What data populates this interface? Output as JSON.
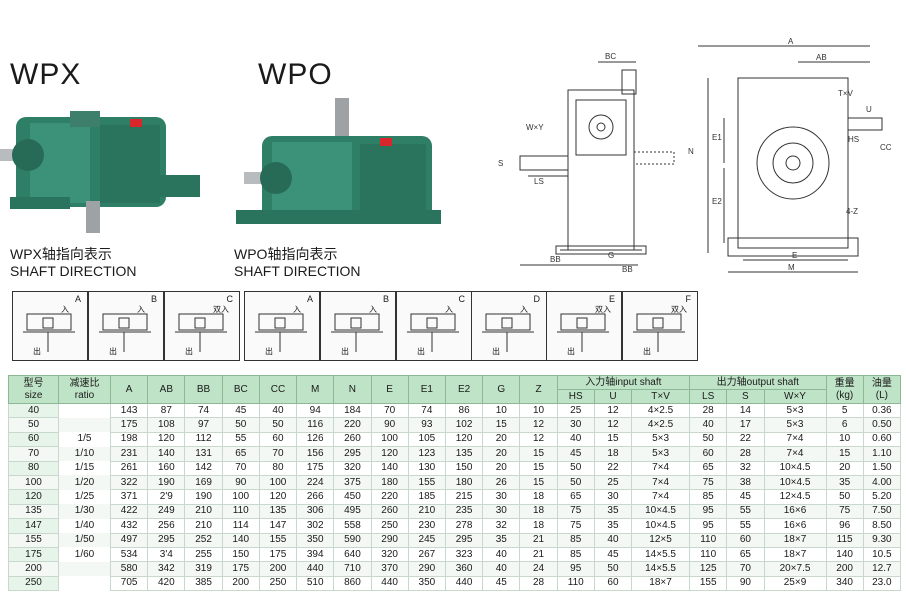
{
  "models": {
    "wpx": {
      "title": "WPX",
      "caption_cn": "WPX轴指向表示",
      "caption_en": "SHAFT DIRECTION"
    },
    "wpo": {
      "title": "WPO",
      "caption_cn": "WPO轴指向表示",
      "caption_en": "SHAFT DIRECTION"
    }
  },
  "drawing_labels": {
    "bc": "BC",
    "wxy": "W×Y",
    "s": "S",
    "ls": "LS",
    "bb_left": "BB",
    "g": "G",
    "bb_right": "BB",
    "a": "A",
    "ab": "AB",
    "txv": "T×V",
    "u": "U",
    "hs": "HS",
    "cc": "CC",
    "n": "N",
    "e1": "E1",
    "e2": "E2",
    "four_z": "4-Z",
    "e": "E",
    "m": "M"
  },
  "directions": [
    {
      "tag": "A",
      "in": "入",
      "out": "出"
    },
    {
      "tag": "B",
      "in": "入",
      "out": "出"
    },
    {
      "tag": "C",
      "in": "双入",
      "out": "出"
    },
    {
      "tag": "A",
      "in": "入",
      "out": "出"
    },
    {
      "tag": "B",
      "in": "入",
      "out": "出"
    },
    {
      "tag": "C",
      "in": "入",
      "out": "出"
    },
    {
      "tag": "D",
      "in": "入",
      "out": "出"
    },
    {
      "tag": "E",
      "in": "双入",
      "out": "出"
    },
    {
      "tag": "F",
      "in": "双入",
      "out": "出"
    }
  ],
  "table": {
    "h_size": "型号\nsize",
    "h_ratio": "减速比\nratio",
    "h_dims": [
      "A",
      "AB",
      "BB",
      "BC",
      "CC",
      "M",
      "N",
      "E",
      "E1",
      "E2",
      "G",
      "Z"
    ],
    "h_input": "入力轴input shaft",
    "h_output": "出力轴output shaft",
    "h_weight": "重量\n(kg)",
    "h_oil": "油量\n(L)",
    "h_input_sub": [
      "HS",
      "U",
      "T×V"
    ],
    "h_output_sub": [
      "LS",
      "S",
      "W×Y"
    ],
    "ratios": [
      "1/5",
      "1/10",
      "1/15",
      "1/20",
      "1/25",
      "1/30",
      "1/40",
      "1/50",
      "1/60"
    ],
    "rows": [
      [
        "40",
        "143",
        "87",
        "74",
        "45",
        "40",
        "94",
        "184",
        "70",
        "74",
        "86",
        "10",
        "10",
        "25",
        "12",
        "4×2.5",
        "28",
        "14",
        "5×3",
        "5",
        "0.36"
      ],
      [
        "50",
        "175",
        "108",
        "97",
        "50",
        "50",
        "116",
        "220",
        "90",
        "93",
        "102",
        "15",
        "12",
        "30",
        "12",
        "4×2.5",
        "40",
        "17",
        "5×3",
        "6",
        "0.50"
      ],
      [
        "60",
        "198",
        "120",
        "112",
        "55",
        "60",
        "126",
        "260",
        "100",
        "105",
        "120",
        "20",
        "12",
        "40",
        "15",
        "5×3",
        "50",
        "22",
        "7×4",
        "10",
        "0.60"
      ],
      [
        "70",
        "231",
        "140",
        "131",
        "65",
        "70",
        "156",
        "295",
        "120",
        "123",
        "135",
        "20",
        "15",
        "45",
        "18",
        "5×3",
        "60",
        "28",
        "7×4",
        "15",
        "1.10"
      ],
      [
        "80",
        "261",
        "160",
        "142",
        "70",
        "80",
        "175",
        "320",
        "140",
        "130",
        "150",
        "20",
        "15",
        "50",
        "22",
        "7×4",
        "65",
        "32",
        "10×4.5",
        "20",
        "1.50"
      ],
      [
        "100",
        "322",
        "190",
        "169",
        "90",
        "100",
        "224",
        "375",
        "180",
        "155",
        "180",
        "26",
        "15",
        "50",
        "25",
        "7×4",
        "75",
        "38",
        "10×4.5",
        "35",
        "4.00"
      ],
      [
        "120",
        "371",
        "2'9",
        "190",
        "100",
        "120",
        "266",
        "450",
        "220",
        "185",
        "215",
        "30",
        "18",
        "65",
        "30",
        "7×4",
        "85",
        "45",
        "12×4.5",
        "50",
        "5.20"
      ],
      [
        "135",
        "422",
        "249",
        "210",
        "110",
        "135",
        "306",
        "495",
        "260",
        "210",
        "235",
        "30",
        "18",
        "75",
        "35",
        "10×4.5",
        "95",
        "55",
        "16×6",
        "75",
        "7.50"
      ],
      [
        "147",
        "432",
        "256",
        "210",
        "114",
        "147",
        "302",
        "558",
        "250",
        "230",
        "278",
        "32",
        "18",
        "75",
        "35",
        "10×4.5",
        "95",
        "55",
        "16×6",
        "96",
        "8.50"
      ],
      [
        "155",
        "497",
        "295",
        "252",
        "140",
        "155",
        "350",
        "590",
        "290",
        "245",
        "295",
        "35",
        "21",
        "85",
        "40",
        "12×5",
        "110",
        "60",
        "18×7",
        "115",
        "9.30"
      ],
      [
        "175",
        "534",
        "3'4",
        "255",
        "150",
        "175",
        "394",
        "640",
        "320",
        "267",
        "323",
        "40",
        "21",
        "85",
        "45",
        "14×5.5",
        "110",
        "65",
        "18×7",
        "140",
        "10.5"
      ],
      [
        "200",
        "580",
        "342",
        "319",
        "175",
        "200",
        "440",
        "710",
        "370",
        "290",
        "360",
        "40",
        "24",
        "95",
        "50",
        "14×5.5",
        "125",
        "70",
        "20×7.5",
        "200",
        "12.7"
      ],
      [
        "250",
        "705",
        "420",
        "385",
        "200",
        "250",
        "510",
        "860",
        "440",
        "350",
        "440",
        "45",
        "28",
        "110",
        "60",
        "18×7",
        "155",
        "90",
        "25×9",
        "340",
        "23.0"
      ]
    ]
  },
  "colors": {
    "housing": "#2f7f66",
    "housing_dark": "#1f5a47",
    "header_bg": "#bfe3c7",
    "plug": "#d8262a"
  }
}
